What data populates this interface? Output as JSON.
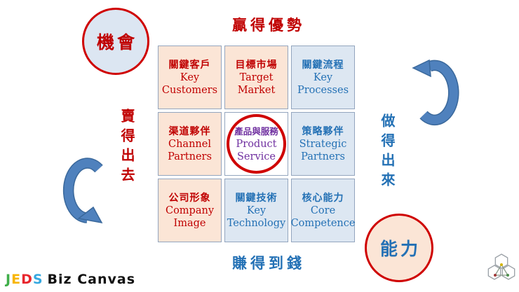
{
  "titles": {
    "top": "贏得優勢",
    "bottom": "賺得到錢",
    "left_vertical": "賣得出去",
    "right_vertical": "做得出來"
  },
  "badges": {
    "opportunity": "機會",
    "ability": "能力"
  },
  "grid": {
    "cells": [
      {
        "zh": "關鍵客戶",
        "en1": "Key",
        "en2": "Customers"
      },
      {
        "zh": "目標市場",
        "en1": "Target",
        "en2": "Market"
      },
      {
        "zh": "關鍵流程",
        "en1": "Key",
        "en2": "Processes"
      },
      {
        "zh": "渠道夥伴",
        "en1": "Channel",
        "en2": "Partners"
      },
      {
        "zh": "產品與服務",
        "en1": "Product",
        "en2": "Service"
      },
      {
        "zh": "策略夥伴",
        "en1": "Strategic",
        "en2": "Partners"
      },
      {
        "zh": "公司形象",
        "en1": "Company",
        "en2": "Image"
      },
      {
        "zh": "關鍵技術",
        "en1": "Key",
        "en2": "Technology"
      },
      {
        "zh": "核心能力",
        "en1": "Core",
        "en2": "Competence"
      }
    ]
  },
  "logo": {
    "letters": [
      {
        "ch": "J",
        "color": "#3FAE49"
      },
      {
        "ch": "E",
        "color": "#F8B500"
      },
      {
        "ch": "D",
        "color": "#E8262D"
      },
      {
        "ch": "S",
        "color": "#35A8E0"
      }
    ],
    "text": "Biz Canvas"
  },
  "icons": {
    "bottom_right": "hexagon-cluster-logo",
    "left_arrow": "curved-arrow-down-right",
    "right_arrow": "curved-arrow-up-left"
  },
  "colors": {
    "red_text": "#C00000",
    "blue_text": "#2471B5",
    "purple_text": "#7030A0",
    "warm_cell_bg": "#FBE5D6",
    "cool_cell_bg": "#DDE7F2",
    "cell_border": "#93A5BE",
    "circle_border": "#CF0000",
    "opportunity_bg": "#DCE6F2",
    "ability_bg": "#FBE5D6",
    "arrow_blue": "#4F81BD",
    "arrow_edge": "#3A689B"
  }
}
